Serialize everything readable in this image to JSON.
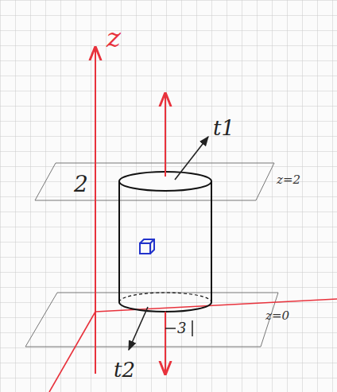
{
  "diagram": {
    "labels": [
      "z",
      "t1",
      "2",
      "z=2",
      "z=0",
      "3",
      "t2"
    ]
  }
}
